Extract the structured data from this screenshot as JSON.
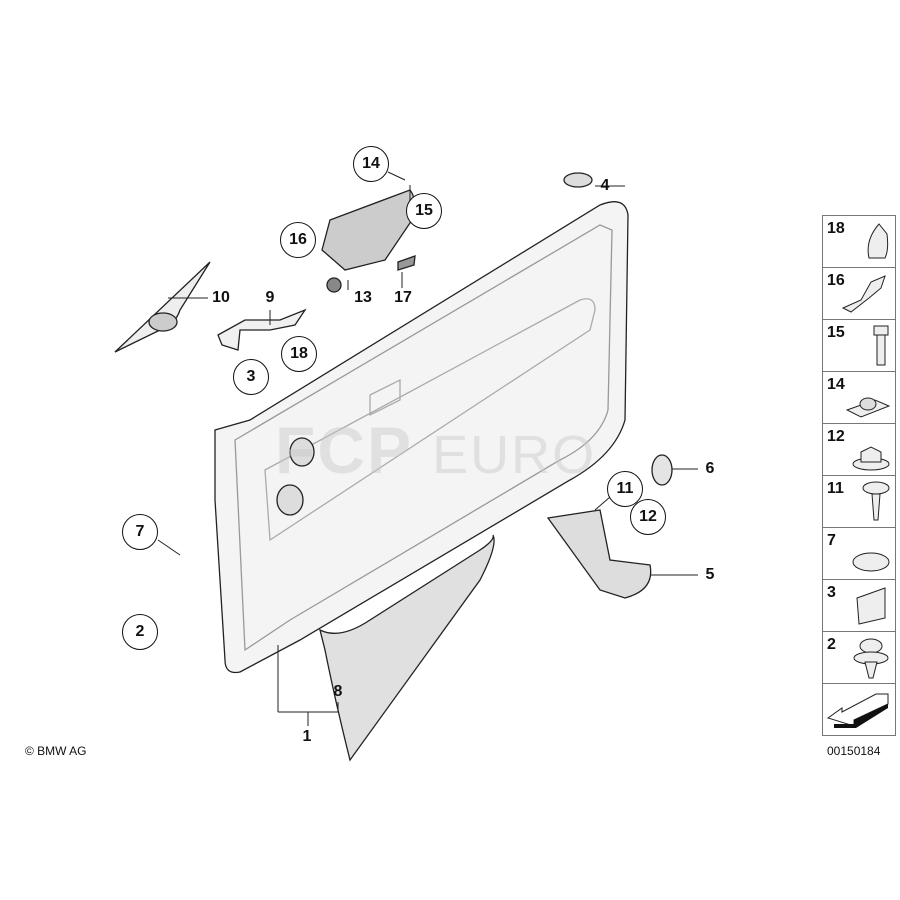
{
  "callouts_circled": [
    "14",
    "15",
    "16",
    "18",
    "3",
    "7",
    "2",
    "11",
    "12"
  ],
  "callouts_plain": [
    "4",
    "10",
    "9",
    "13",
    "17",
    "6",
    "5",
    "8",
    "1"
  ],
  "side_legend": [
    "18",
    "16",
    "15",
    "14",
    "12",
    "11",
    "7",
    "3",
    "2"
  ],
  "copyright": "© BMW AG",
  "diagram_number": "00150184",
  "watermark": {
    "brand": "FCP",
    "suffix": "EURO"
  }
}
